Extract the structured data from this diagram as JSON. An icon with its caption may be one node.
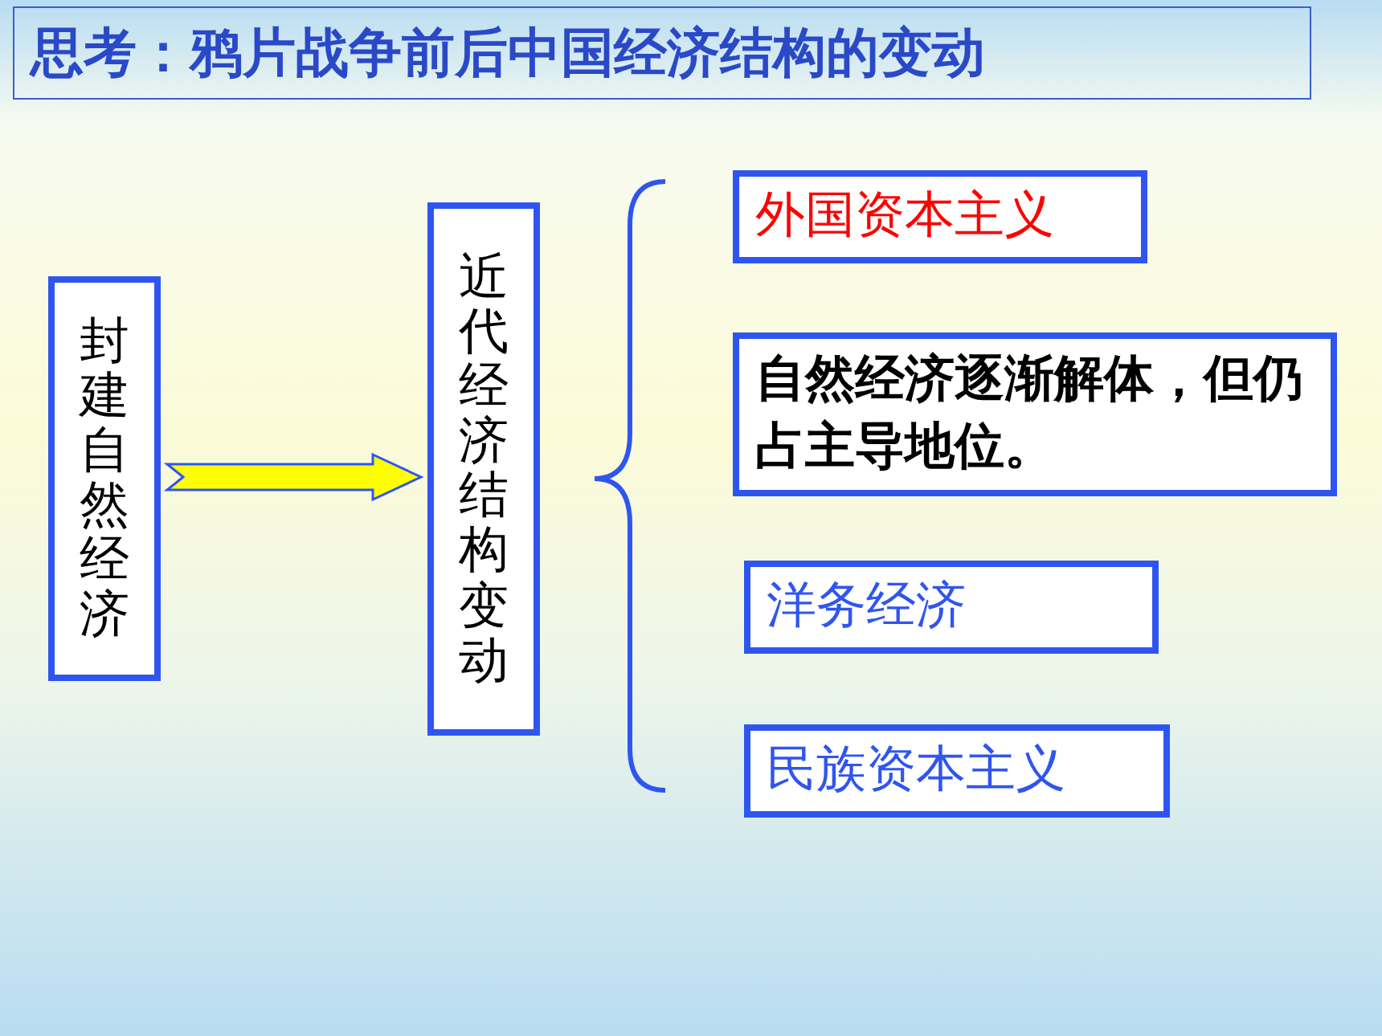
{
  "diagram": {
    "title": "思考：鸦片战争前后中国经济结构的变动",
    "nodes": [
      {
        "text": [
          "封建自然经济"
        ]
      },
      {
        "text": [
          "近代经济结构变动"
        ]
      },
      {
        "text": [
          "外国资本主义"
        ]
      },
      {
        "text": [
          "自然经济逐渐解体，但仍占主导地位。"
        ]
      },
      {
        "text": [
          "洋务经济"
        ]
      },
      {
        "text": [
          "民族资本主义"
        ]
      }
    ],
    "edges": [
      {
        "from": 0,
        "to": 1,
        "arrow": "to"
      }
    ]
  }
}
